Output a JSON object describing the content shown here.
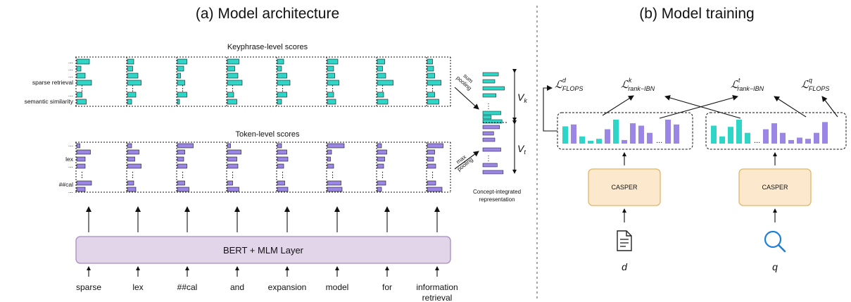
{
  "panels": {
    "architecture": {
      "title": "(a) Model architecture",
      "keyphrase_title": "Keyphrase-level scores",
      "token_title": "Token-level scores",
      "keyphrase_row_labels": [
        "...",
        "...",
        "...",
        "sparse retrieval",
        "...",
        "semantic similarity"
      ],
      "token_row_labels": [
        "...",
        "lex",
        "...",
        "##cal",
        "..."
      ],
      "encoder_label": "BERT + MLM Layer",
      "input_tokens": [
        "sparse",
        "lex",
        "##cal",
        "and",
        "expansion",
        "model",
        "for",
        "information\nretrieval"
      ],
      "sum_pooling": "sum\npooling",
      "max_pooling": "max\npooling",
      "vk_label": "V_k",
      "vt_label": "V_t",
      "representation_caption": "Concept-integrated\nrepresentation",
      "ellipsis": "⋮"
    },
    "training": {
      "title": "(b) Model training",
      "loss_flops_d": "L^d_{FLOPS}",
      "loss_rank_k": "L^k_{rank-IBN}",
      "loss_rank_t": "L^t_{rank-IBN}",
      "loss_flops_q": "L^q_{FLOPS}",
      "encoder_doc": "CASPER",
      "encoder_query": "CASPER",
      "doc_symbol": "d",
      "query_symbol": "q",
      "dots": "..."
    }
  },
  "colors": {
    "keyphrase_bar": "#2ed6c8",
    "token_bar": "#9b86e6",
    "encoder_fill": "#e2d5ea",
    "encoder_stroke": "#a88cbf",
    "casper_fill": "#fce9cd",
    "casper_stroke": "#e0b66a",
    "search_icon": "#1e7fd8"
  },
  "icons": [
    "document-icon",
    "search-icon"
  ],
  "bar_levels": {
    "keyphrase": [
      [
        0.6,
        0.2,
        0.4,
        0.7,
        0.25,
        0.45
      ],
      [
        0.3,
        0.25,
        0.5,
        0.65,
        0.4,
        0.2
      ],
      [
        0.45,
        0.3,
        0.15,
        0.35,
        0.45,
        0.1
      ],
      [
        0.55,
        0.35,
        0.5,
        0.7,
        0.3,
        0.45
      ],
      [
        0.3,
        0.2,
        0.45,
        0.6,
        0.45,
        0.2
      ],
      [
        0.5,
        0.3,
        0.35,
        0.55,
        0.3,
        0.4
      ],
      [
        0.35,
        0.25,
        0.4,
        0.75,
        0.3,
        0.5
      ],
      [
        0.25,
        0.3,
        0.35,
        0.65,
        0.35,
        0.55
      ]
    ],
    "token": [
      [
        0.15,
        0.65,
        0.4,
        0.4,
        0.7,
        0.4
      ],
      [
        0.2,
        0.55,
        0.35,
        0.65,
        0.3,
        0.4
      ],
      [
        0.75,
        0.35,
        0.3,
        0.45,
        0.35,
        0.55
      ],
      [
        0.15,
        0.65,
        0.45,
        0.5,
        0.25,
        0.55
      ],
      [
        0.2,
        0.45,
        0.5,
        0.3,
        0.35,
        0.5
      ],
      [
        0.8,
        0.2,
        0.15,
        0.3,
        0.65,
        0.7
      ],
      [
        0.2,
        0.45,
        0.35,
        0.3,
        0.4,
        0.2
      ],
      [
        0.75,
        0.35,
        0.3,
        0.4,
        0.4,
        0.7
      ]
    ],
    "pooled_keyphrase": [
      0.65,
      0.5,
      0.9,
      0.55,
      0.75,
      0.35,
      0.8
    ],
    "pooled_token": [
      0.7,
      0.45,
      0.5,
      0.75,
      0.6,
      0.85
    ],
    "training_doc": [
      {
        "k": "teal",
        "v": 0.72
      },
      {
        "k": "purple",
        "v": 0.8
      },
      {
        "k": "teal",
        "v": 0.3
      },
      {
        "k": "teal",
        "v": 0.12
      },
      {
        "k": "teal",
        "v": 0.2
      },
      {
        "k": "purple",
        "v": 0.6
      },
      {
        "k": "teal",
        "v": 1.0
      },
      {
        "k": "purple",
        "v": 0.15
      },
      {
        "k": "purple",
        "v": 0.85
      },
      {
        "k": "purple",
        "v": 0.75
      },
      {
        "k": "purple",
        "v": 0.45
      },
      {
        "k": "purple",
        "v": 1.0
      },
      {
        "k": "purple",
        "v": 0.8
      }
    ],
    "training_query": [
      {
        "k": "teal",
        "v": 0.75
      },
      {
        "k": "teal",
        "v": 0.3
      },
      {
        "k": "teal",
        "v": 0.7
      },
      {
        "k": "teal",
        "v": 1.0
      },
      {
        "k": "teal",
        "v": 0.45
      },
      {
        "k": "purple",
        "v": 0.6
      },
      {
        "k": "purple",
        "v": 0.85
      },
      {
        "k": "purple",
        "v": 0.45
      },
      {
        "k": "purple",
        "v": 0.15
      },
      {
        "k": "purple",
        "v": 0.25
      },
      {
        "k": "purple",
        "v": 0.2
      },
      {
        "k": "purple",
        "v": 0.45
      },
      {
        "k": "purple",
        "v": 0.9
      }
    ]
  }
}
